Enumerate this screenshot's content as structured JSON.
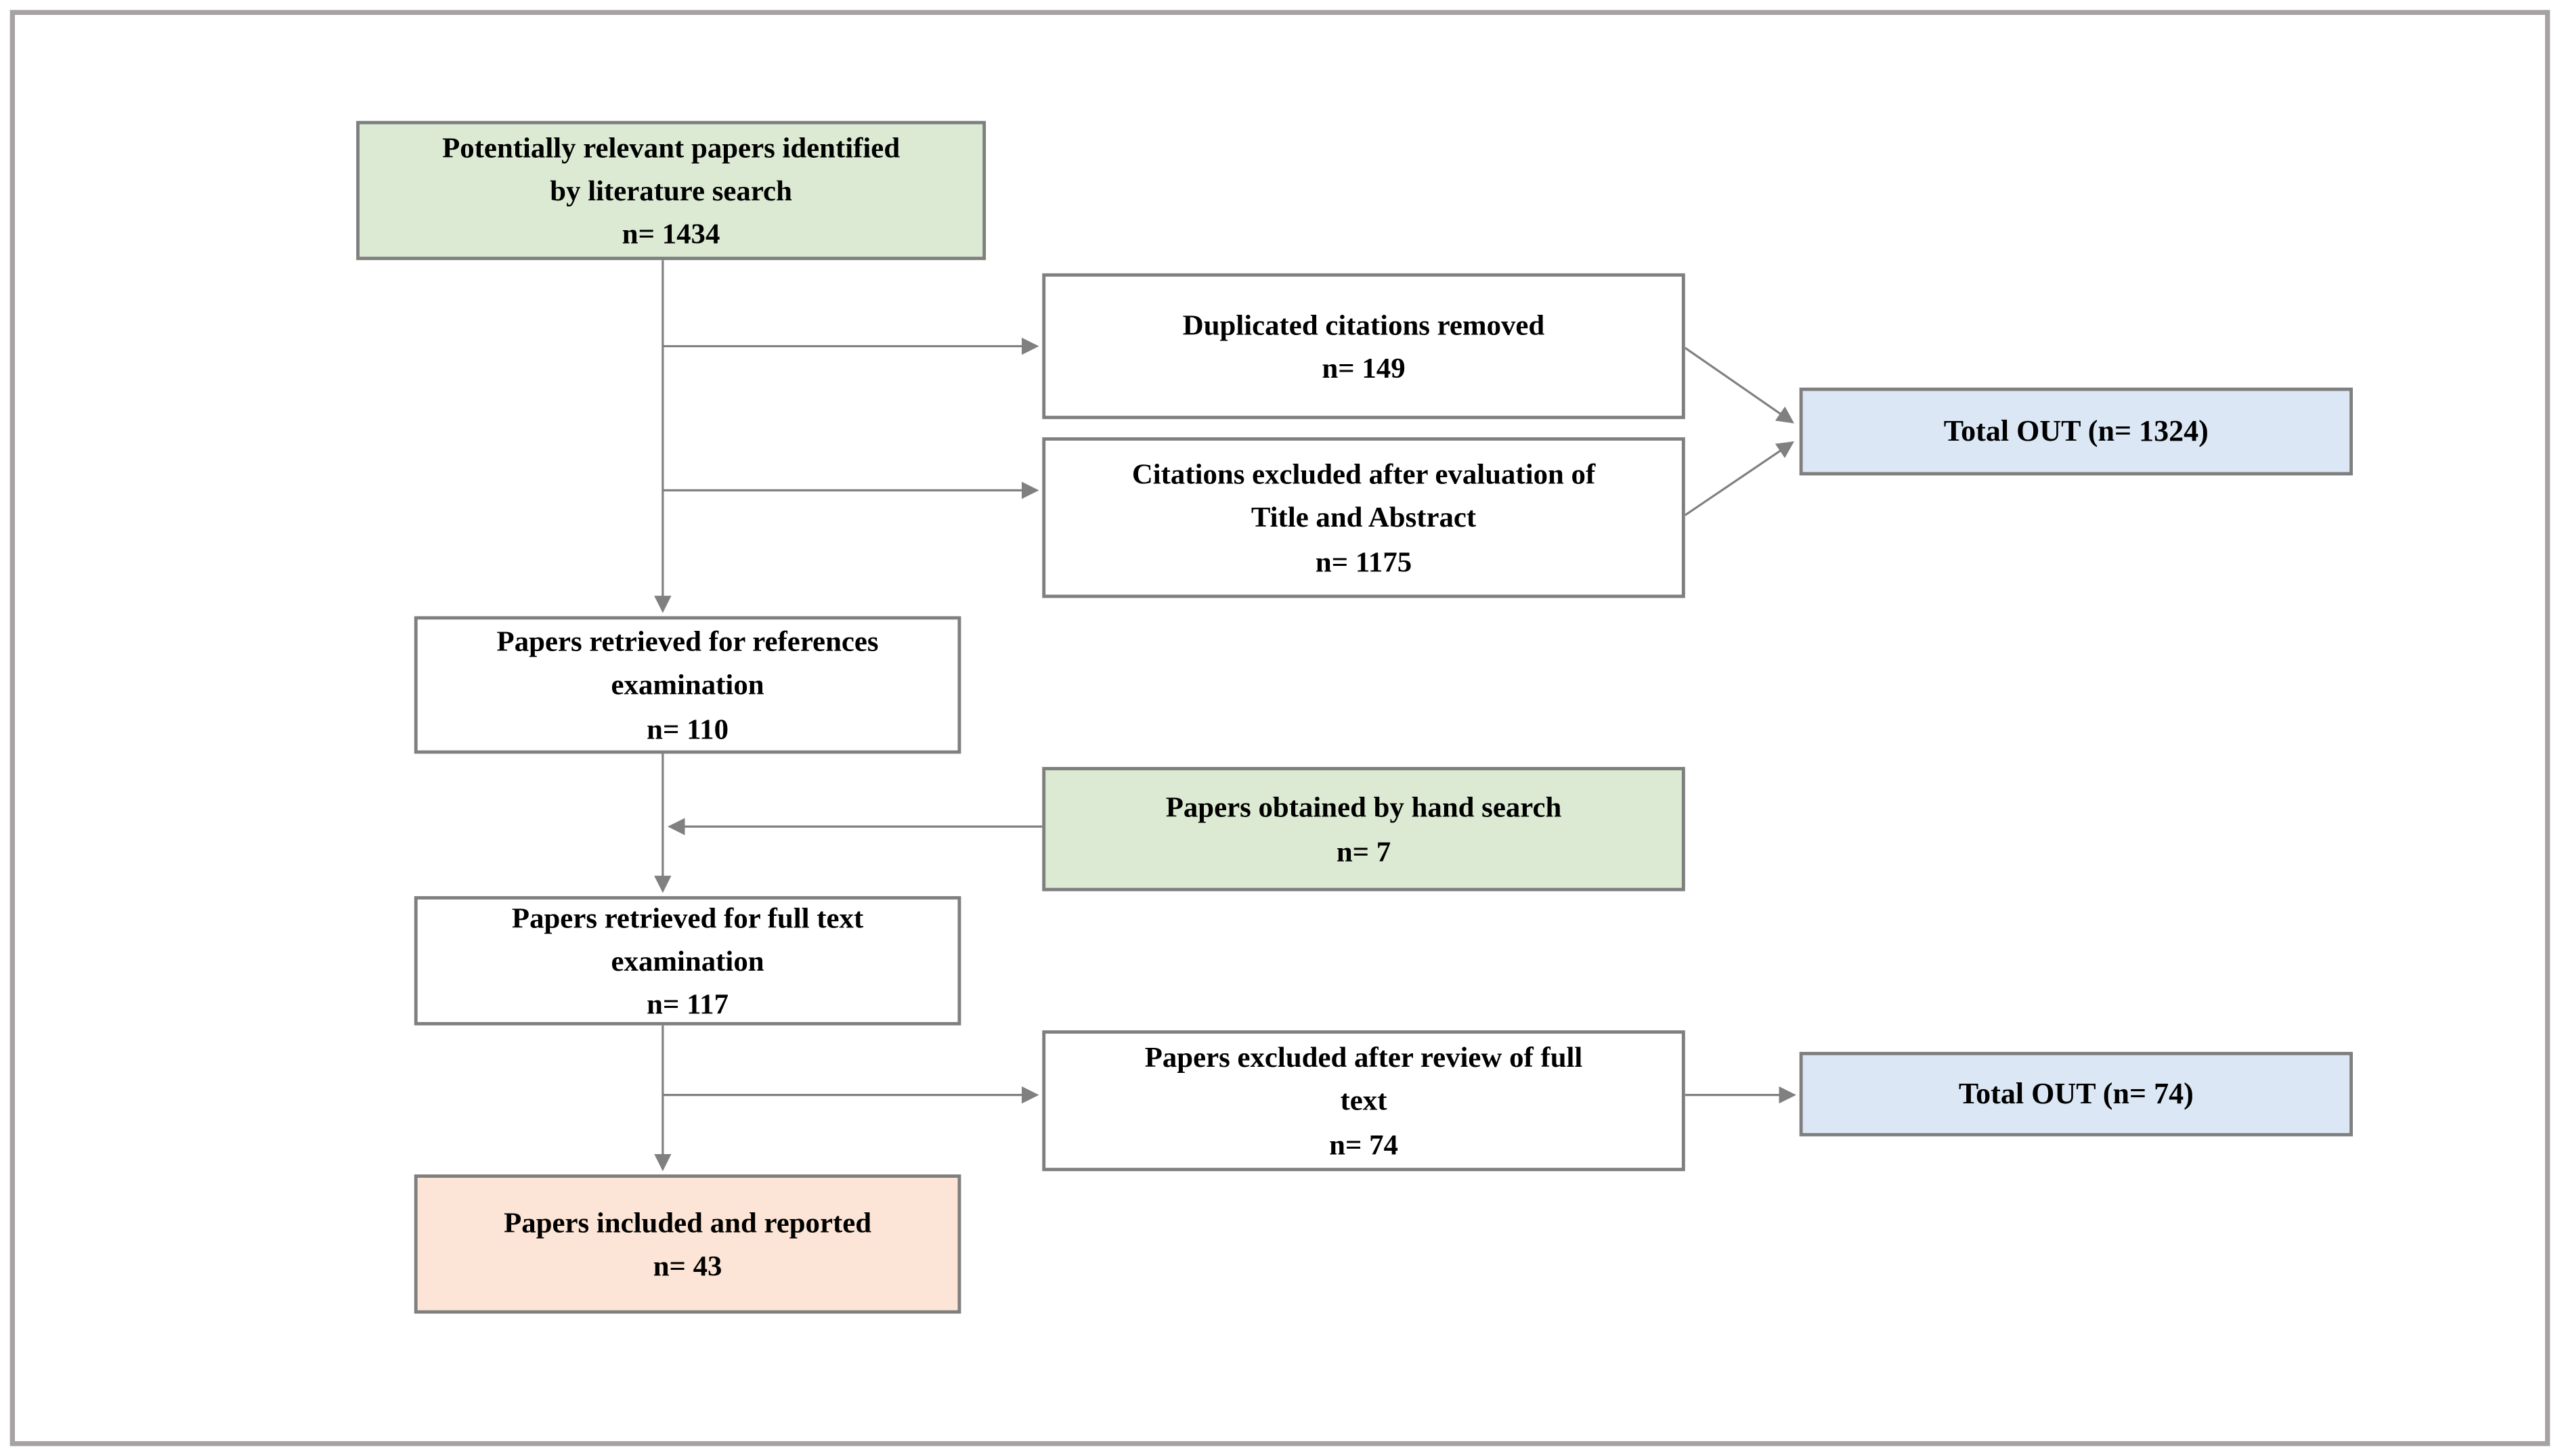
{
  "diagram": {
    "type": "flowchart",
    "description": "Literature search screening flow diagram",
    "nodes": [
      {
        "id": "identified",
        "label": "Potentially relevant papers identified\nby literature search",
        "count": "n= 1434",
        "fill": "green"
      },
      {
        "id": "duplicates-removed",
        "label": "Duplicated citations removed",
        "count": "n= 149",
        "fill": "white"
      },
      {
        "id": "title-abstract-excluded",
        "label": "Citations excluded after evaluation of\nTitle and Abstract",
        "count": "n= 1175",
        "fill": "white"
      },
      {
        "id": "total-out-1",
        "label": "Total OUT  (n= 1324)",
        "fill": "blue"
      },
      {
        "id": "references-examination",
        "label": "Papers retrieved for references\nexamination",
        "count": "n= 110",
        "fill": "white"
      },
      {
        "id": "hand-search",
        "label": "Papers obtained by hand search",
        "count": "n= 7",
        "fill": "green"
      },
      {
        "id": "fulltext-examination",
        "label": "Papers retrieved for full text\nexamination",
        "count": "n= 117",
        "fill": "white"
      },
      {
        "id": "fulltext-excluded",
        "label": "Papers excluded after review of full\ntext",
        "count": "n= 74",
        "fill": "white"
      },
      {
        "id": "total-out-2",
        "label": "Total OUT (n= 74)",
        "fill": "blue"
      },
      {
        "id": "included-reported",
        "label": "Papers included and reported",
        "count": "n= 43",
        "fill": "orange"
      }
    ],
    "edges": [
      {
        "from": "identified",
        "to": "duplicates-removed"
      },
      {
        "from": "identified",
        "to": "title-abstract-excluded"
      },
      {
        "from": "duplicates-removed",
        "to": "total-out-1"
      },
      {
        "from": "title-abstract-excluded",
        "to": "total-out-1"
      },
      {
        "from": "identified",
        "to": "references-examination"
      },
      {
        "from": "references-examination",
        "to": "fulltext-examination"
      },
      {
        "from": "hand-search",
        "to": "fulltext-examination"
      },
      {
        "from": "fulltext-examination",
        "to": "fulltext-excluded"
      },
      {
        "from": "fulltext-excluded",
        "to": "total-out-2"
      },
      {
        "from": "fulltext-examination",
        "to": "included-reported"
      }
    ]
  },
  "colors": {
    "green": "#dcead3",
    "blue": "#dbe7f4",
    "orange": "#fce5d6",
    "white": "#ffffff",
    "box_border": "#7f7f7f",
    "line": "#808080",
    "frame": "#a6a2a1",
    "text": "#000000"
  }
}
